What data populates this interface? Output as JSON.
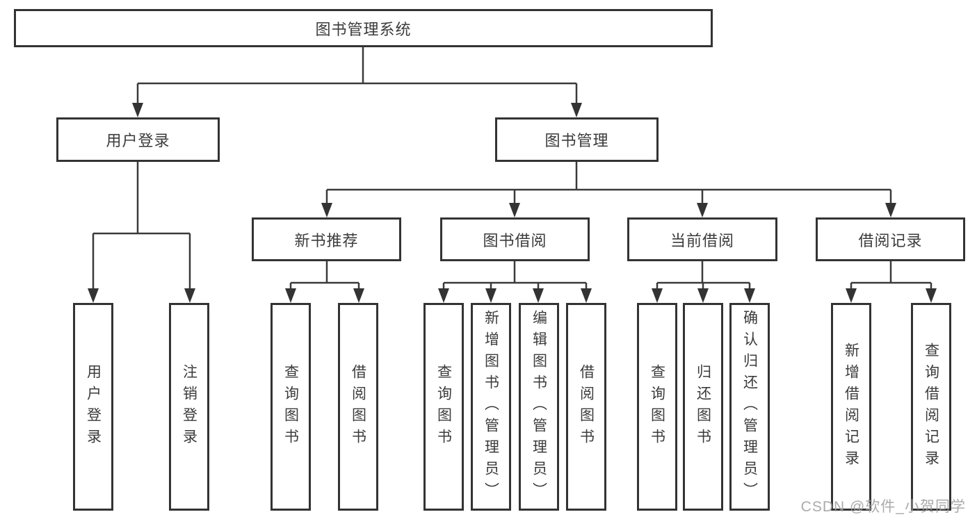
{
  "root": {
    "label": "图书管理系统"
  },
  "level2": {
    "user_login": {
      "label": "用户登录"
    },
    "book_management": {
      "label": "图书管理"
    }
  },
  "level3": {
    "new_book_recommend": {
      "label": "新书推荐"
    },
    "book_borrow": {
      "label": "图书借阅"
    },
    "current_borrow": {
      "label": "当前借阅"
    },
    "borrow_records": {
      "label": "借阅记录"
    }
  },
  "leaves": {
    "user_login": [
      "用户登录",
      "注销登录"
    ],
    "new_book_recommend": [
      "查询图书",
      "借阅图书"
    ],
    "book_borrow": [
      "查询图书",
      "新增图书（管理员）",
      "编辑图书（管理员）",
      "借阅图书"
    ],
    "current_borrow": [
      "查询图书",
      "归还图书",
      "确认归还（管理员）"
    ],
    "borrow_records": [
      "新增借阅记录",
      "查询借阅记录"
    ]
  },
  "watermark": "CSDN @软件_小贺同学",
  "colors": {
    "border": "#333333",
    "connector": "#3a3a3a",
    "text": "#3b3b3b",
    "watermark": "#9e9e9e",
    "background": "#ffffff"
  }
}
